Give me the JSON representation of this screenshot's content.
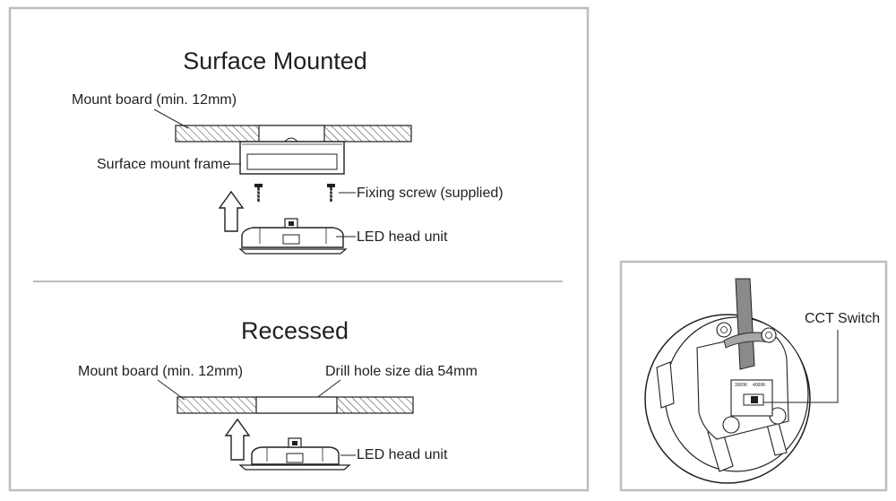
{
  "surface": {
    "title": "Surface Mounted",
    "mount_board": "Mount board (min. 12mm)",
    "frame": "Surface mount frame",
    "screw": "Fixing screw (supplied)",
    "led": "LED head unit"
  },
  "recessed": {
    "title": "Recessed",
    "mount_board": "Mount board (min. 12mm)",
    "drill": "Drill hole size dia 54mm",
    "led": "LED head unit"
  },
  "detail": {
    "switch_label": "CCT Switch",
    "switch_left": "3000K",
    "switch_right": "4000K"
  }
}
